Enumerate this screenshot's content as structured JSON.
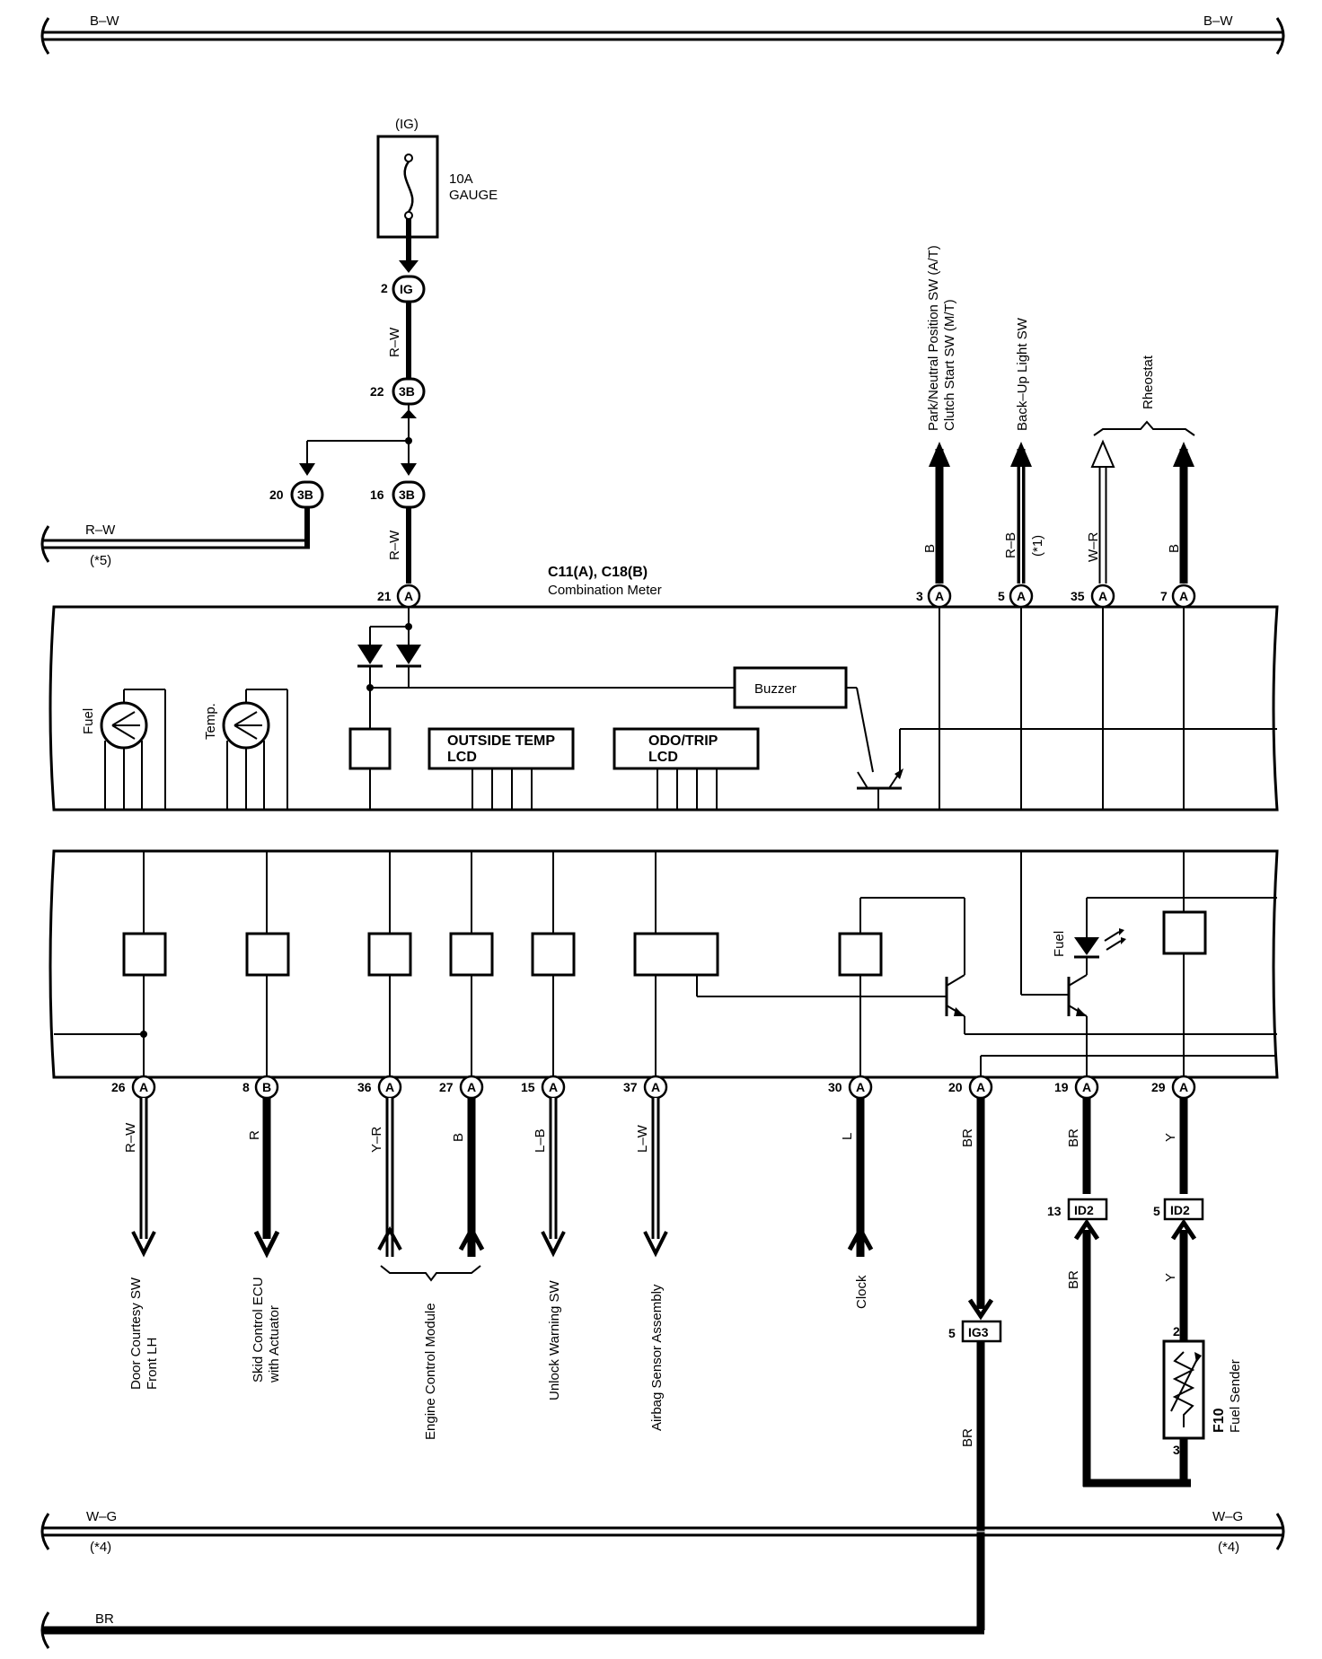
{
  "buses": {
    "top": {
      "left": "B–W",
      "right": "B–W"
    },
    "rw": {
      "label": "R–W",
      "note": "(*5)"
    },
    "wg": {
      "left": "W–G",
      "left_note": "(*4)",
      "right": "W–G",
      "right_note": "(*4)"
    },
    "br": {
      "label": "BR"
    }
  },
  "fuse": {
    "header": "(IG)",
    "line1": "10A",
    "line2": "GAUGE"
  },
  "connectors": {
    "ig": {
      "pin": "2",
      "name": "IG"
    },
    "b3_22": {
      "pin": "22",
      "name": "3B"
    },
    "b3_20": {
      "pin": "20",
      "name": "3B"
    },
    "b3_16": {
      "pin": "16",
      "name": "3B"
    },
    "id2_13": {
      "pin": "13",
      "name": "ID2"
    },
    "id2_5": {
      "pin": "5",
      "name": "ID2"
    },
    "ig3_5": {
      "pin": "5",
      "name": "IG3"
    }
  },
  "wire_colors": {
    "rw_upper": "R–W",
    "rw_lower": "R–W",
    "pin3": "B",
    "pin5": "R–B",
    "pin5_note": "(*1)",
    "pin35": "W–R",
    "pin7": "B",
    "pin26": "R–W",
    "pin8": "R",
    "pin36": "Y–R",
    "pin27": "B",
    "pin15": "L–B",
    "pin37": "L–W",
    "pin30": "L",
    "pin20b": "BR",
    "pin19": "BR",
    "pin29": "Y",
    "id2_13_lower": "BR",
    "id2_5_lower": "Y",
    "ig3_lower": "BR"
  },
  "meter": {
    "title": "C11(A), C18(B)",
    "subtitle": "Combination Meter"
  },
  "top_pins": [
    {
      "num": "21",
      "conn": "A"
    },
    {
      "num": "3",
      "conn": "A"
    },
    {
      "num": "5",
      "conn": "A"
    },
    {
      "num": "35",
      "conn": "A"
    },
    {
      "num": "7",
      "conn": "A"
    }
  ],
  "bottom_pins": [
    {
      "num": "26",
      "conn": "A"
    },
    {
      "num": "8",
      "conn": "B"
    },
    {
      "num": "36",
      "conn": "A"
    },
    {
      "num": "27",
      "conn": "A"
    },
    {
      "num": "15",
      "conn": "A"
    },
    {
      "num": "37",
      "conn": "A"
    },
    {
      "num": "30",
      "conn": "A"
    },
    {
      "num": "20",
      "conn": "A"
    },
    {
      "num": "19",
      "conn": "A"
    },
    {
      "num": "29",
      "conn": "A"
    }
  ],
  "gauges": {
    "fuel": "Fuel",
    "temp": "Temp."
  },
  "internal": {
    "buzzer": "Buzzer",
    "outside_temp_1": "OUTSIDE TEMP",
    "outside_temp_2": "LCD",
    "odo_1": "ODO/TRIP",
    "odo_2": "LCD",
    "fuel_led": "Fuel"
  },
  "top_destinations": {
    "park_neutral_1": "Park/Neutral Position SW (A/T)",
    "park_neutral_2": "Clutch Start SW (M/T)",
    "backup": "Back–Up Light SW",
    "rheostat": "Rheostat"
  },
  "bottom_destinations": {
    "door_1": "Door Courtesy SW",
    "door_2": "Front LH",
    "skid_1": "Skid Control ECU",
    "skid_2": "with Actuator",
    "ecm": "Engine Control Module",
    "unlock": "Unlock Warning SW",
    "airbag": "Airbag Sensor Assembly",
    "clock": "Clock"
  },
  "fuel_sender": {
    "pin_top": "2",
    "pin_bottom": "3",
    "code": "F10",
    "name": "Fuel Sender"
  }
}
